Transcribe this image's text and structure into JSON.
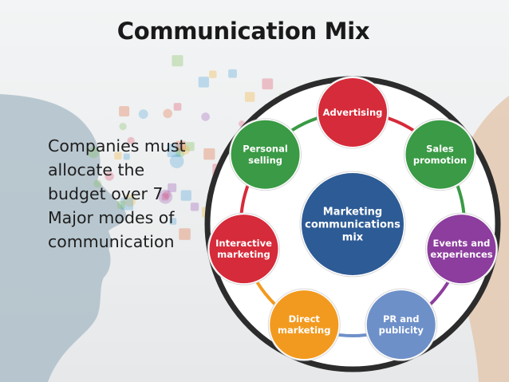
{
  "slide": {
    "title": "Communication Mix",
    "body": "Companies must allocate the budget over 7 Major modes of communication"
  },
  "diagram": {
    "center": {
      "lines": [
        "Marketing",
        "communications",
        "mix"
      ],
      "color": "#2d5b95"
    },
    "nodes": [
      {
        "lines": [
          "Advertising"
        ],
        "color": "#d62b3a"
      },
      {
        "lines": [
          "Sales",
          "promotion"
        ],
        "color": "#3a9a45"
      },
      {
        "lines": [
          "Events and",
          "experiences"
        ],
        "color": "#8c3d9d"
      },
      {
        "lines": [
          "PR and",
          "publicity"
        ],
        "color": "#6e90c9"
      },
      {
        "lines": [
          "Direct",
          "marketing"
        ],
        "color": "#f29a1f"
      },
      {
        "lines": [
          "Interactive",
          "marketing"
        ],
        "color": "#d62b3a"
      },
      {
        "lines": [
          "Personal",
          "selling"
        ],
        "color": "#3a9a45"
      }
    ]
  },
  "background": {
    "left_profile_color": "#a7b9c4",
    "right_profile_color": "#e4c7ad",
    "bubble_icon_colors": [
      "#e36a3a",
      "#f2b233",
      "#7bbd58",
      "#4aa3d6",
      "#9b5bb5",
      "#e0506a"
    ]
  }
}
